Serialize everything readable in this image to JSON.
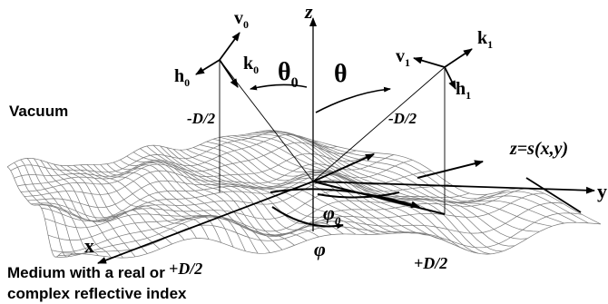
{
  "labels": {
    "z_axis": "z",
    "y_axis": "y",
    "x_axis": "x",
    "v0": "v",
    "v0_sub": "0",
    "h0": "h",
    "h0_sub": "0",
    "k0": "k",
    "k0_sub": "0",
    "theta0": "θ",
    "theta0_sub": "0",
    "theta": "θ",
    "v1": "v",
    "v1_sub": "1",
    "k1": "k",
    "k1_sub": "1",
    "h1": "h",
    "h1_sub": "1",
    "vacuum": "Vacuum",
    "minus_d2_left": "-D/2",
    "minus_d2_right": "-D/2",
    "surface_eq": "z=s(x,y)",
    "phi0": "φ",
    "phi0_sub": "0",
    "phi": "φ",
    "plus_d2_left": "+D/2",
    "plus_d2_right": "+D/2",
    "medium_line1": "Medium with a real or",
    "medium_line2": "complex reflective index"
  }
}
